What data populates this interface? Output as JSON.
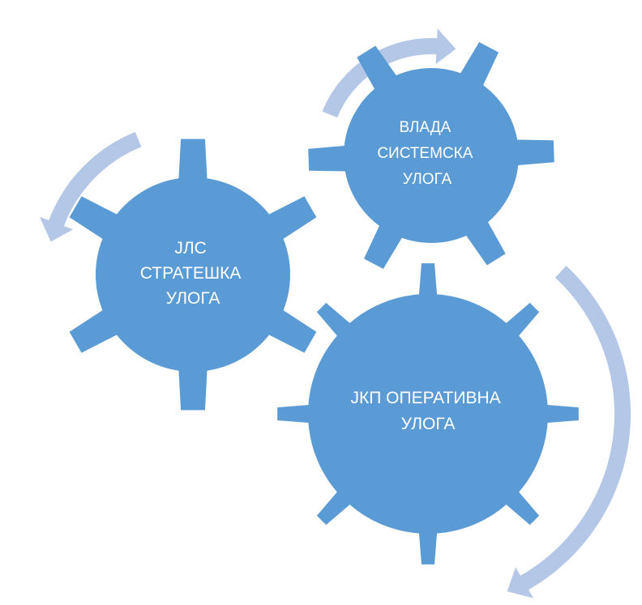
{
  "colors": {
    "gear_fill": "#5B9BD5",
    "arrow_fill": "#B4C7E7",
    "label_text": "#FFFFFF",
    "background": "#FFFFFF"
  },
  "gears": [
    {
      "id": "vlada",
      "lines": [
        "ВЛАДА",
        "СИСТЕМСКА",
        "УЛОГА"
      ]
    },
    {
      "id": "jls",
      "lines": [
        "ЈЛС",
        "СТРАТЕШКА",
        "УЛОГА"
      ]
    },
    {
      "id": "jkp",
      "lines": [
        "ЈКП ОПЕРАТИВНА",
        "УЛОГА"
      ]
    }
  ],
  "arrows": [
    {
      "id": "arrow-top",
      "icon": "circular-arrow-icon"
    },
    {
      "id": "arrow-left",
      "icon": "circular-arrow-icon"
    },
    {
      "id": "arrow-right",
      "icon": "circular-arrow-icon"
    }
  ]
}
